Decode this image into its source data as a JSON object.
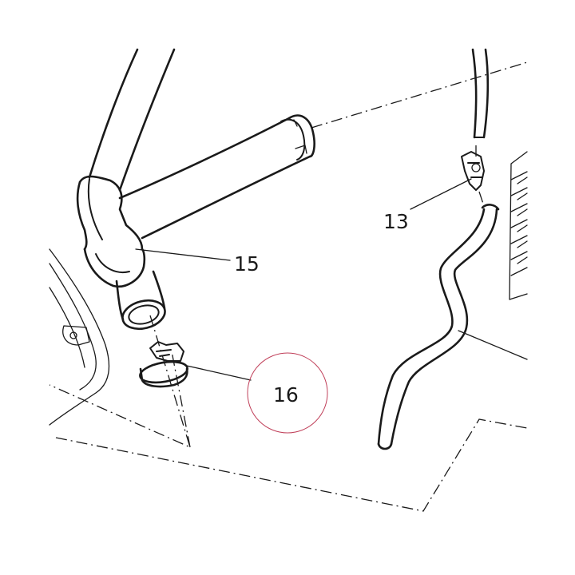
{
  "callouts": [
    {
      "id": "13",
      "label": "13"
    },
    {
      "id": "15",
      "label": "15"
    },
    {
      "id": "16",
      "label": "16",
      "highlighted": true
    }
  ],
  "colors": {
    "line": "#1a1a1a",
    "highlight": "#c0405a",
    "background": "#ffffff"
  }
}
